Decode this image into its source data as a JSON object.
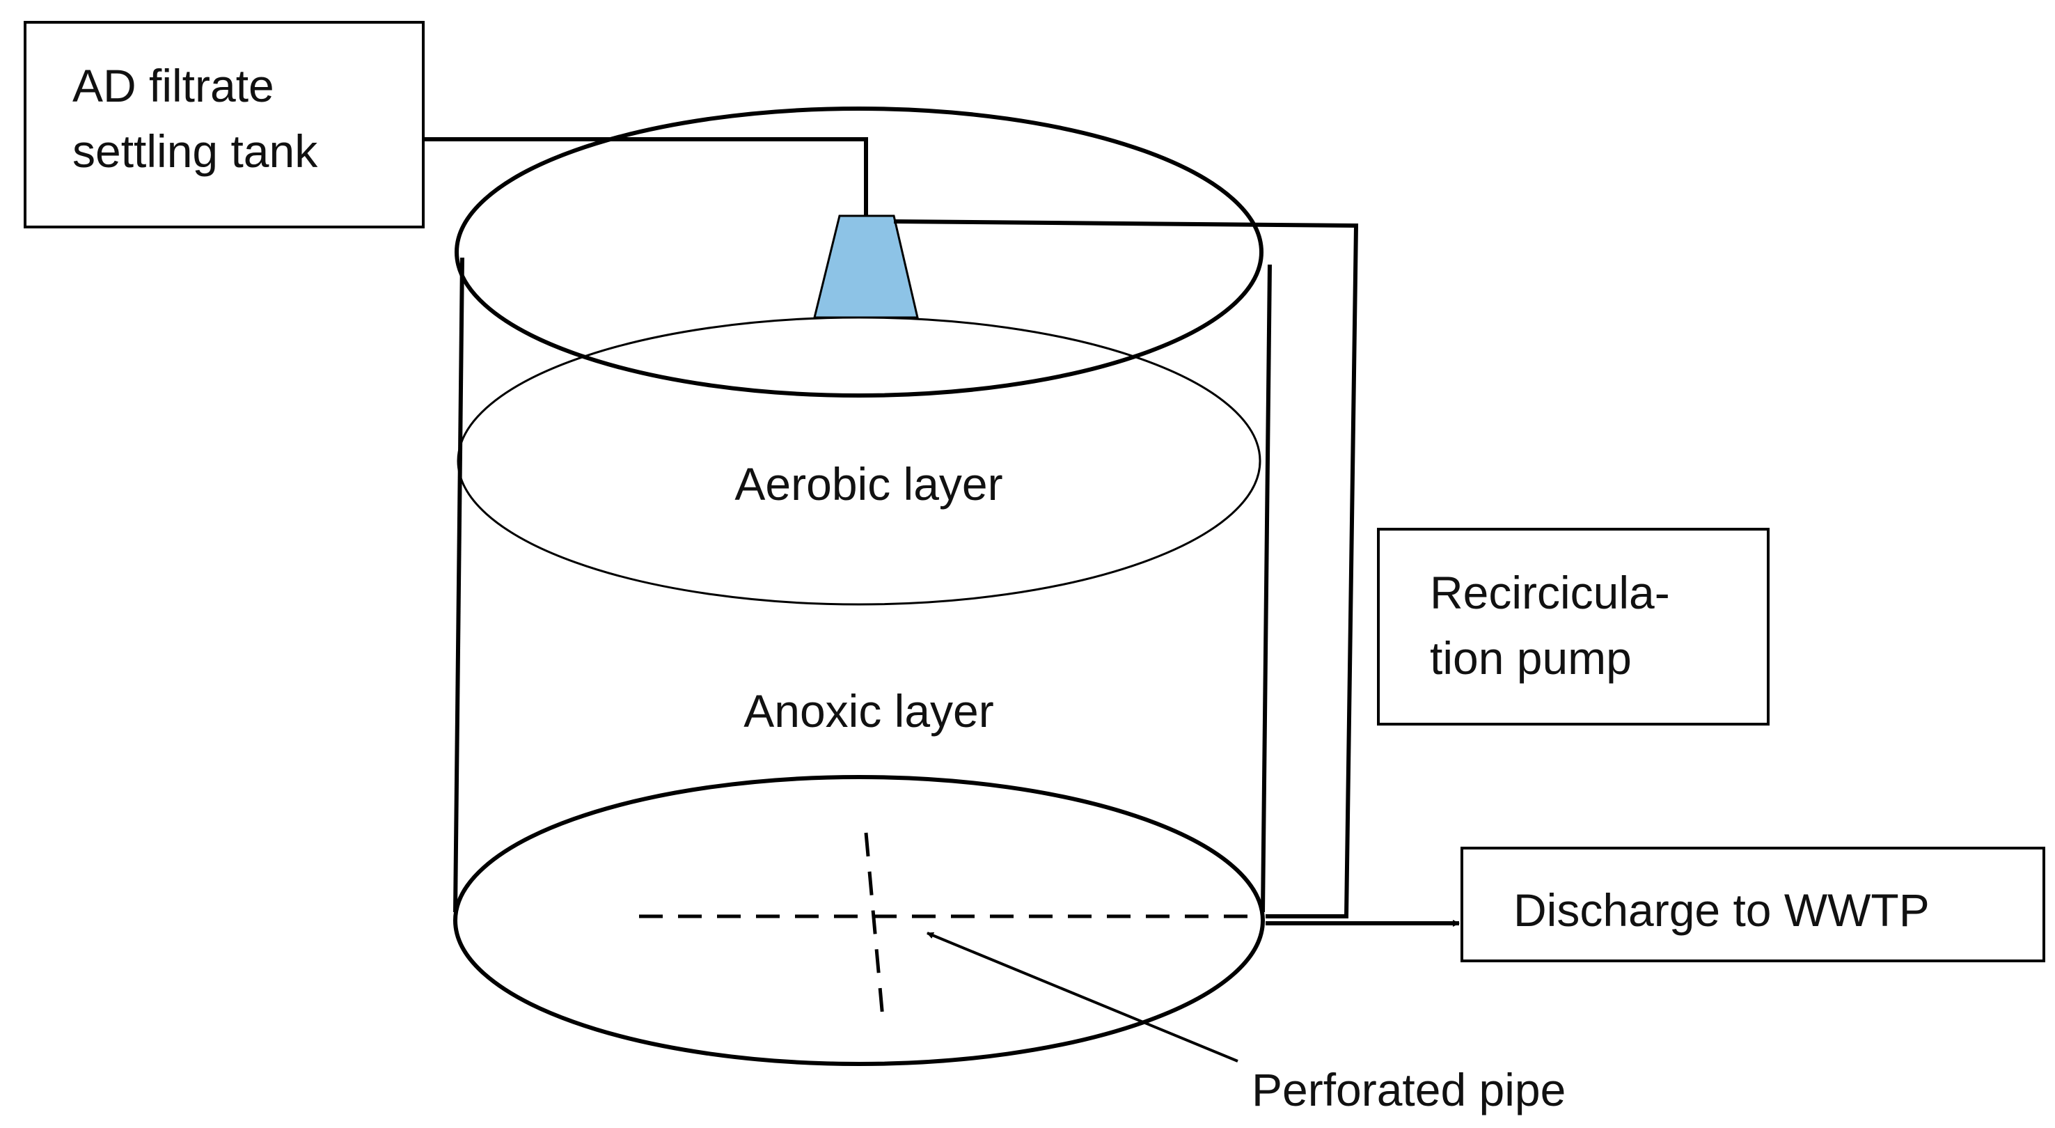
{
  "boxes": {
    "settling_tank": {
      "line1": "AD filtrate",
      "line2": "settling tank"
    },
    "pump": {
      "line1": "Recircicula-",
      "line2": "tion pump"
    },
    "discharge": {
      "label": "Discharge to WWTP"
    }
  },
  "layers": {
    "aerobic": "Aerobic layer",
    "anoxic": "Anoxic layer"
  },
  "annotations": {
    "perforated_pipe": "Perforated pipe"
  },
  "colors": {
    "stroke": "#000000",
    "inlet_fill": "#8dc3e6",
    "background": "#ffffff"
  }
}
